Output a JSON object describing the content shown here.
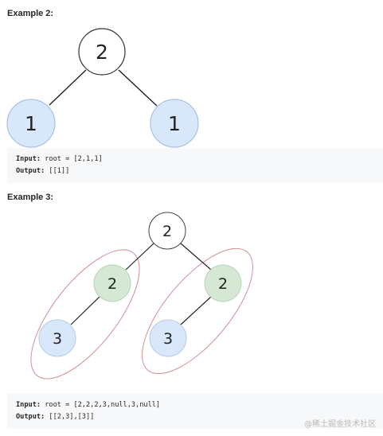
{
  "example2": {
    "heading": "Example 2:",
    "tree": {
      "root": "2",
      "left": "1",
      "right": "1"
    },
    "input_label": "Input:",
    "input_value": "root = [2,1,1]",
    "output_label": "Output:",
    "output_value": "[[1]]"
  },
  "example3": {
    "heading": "Example 3:",
    "tree": {
      "root": "2",
      "left": "2",
      "left_child": "3",
      "right": "2",
      "right_child": "3"
    },
    "input_label": "Input:",
    "input_value": "root = [2,2,2,3,null,3,null]",
    "output_label": "Output:",
    "output_value": "[[2,3],[3]]"
  },
  "colors": {
    "blue_node": "#d9e7fb",
    "green_node": "#d5e8d4",
    "white_node": "#ffffff",
    "ellipse_outline": "#d39a9a",
    "code_bg": "#f7f8fa"
  },
  "watermark": "@稀土掘金技术社区"
}
